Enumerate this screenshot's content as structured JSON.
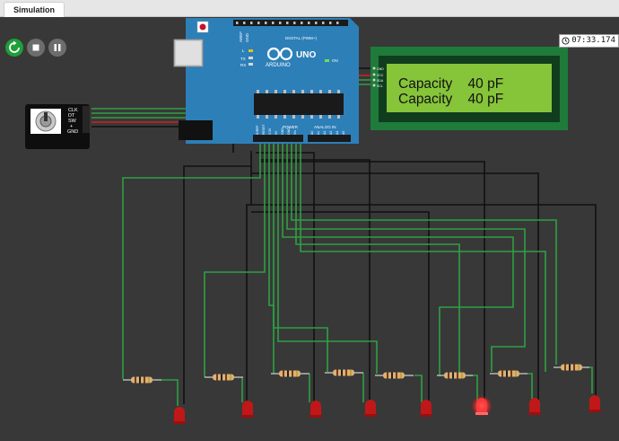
{
  "tabs": [
    {
      "label": "Simulation"
    }
  ],
  "toolbar": {
    "restart_icon": "restart-icon",
    "stop_icon": "stop-icon",
    "pause_icon": "pause-icon"
  },
  "timer": {
    "value": "07:33.174",
    "icon": "clock-icon"
  },
  "arduino": {
    "model": "UNO",
    "brand": "ARDUINO",
    "labels": {
      "aref": "AREF",
      "gnd": "GND",
      "digital": "DIGITAL (PWM~)",
      "l": "L",
      "tx": "TX",
      "rx": "RX",
      "on": "ON",
      "power": "POWER",
      "analog": "ANALOG IN"
    },
    "power_pins": [
      "IOREF",
      "RESET",
      "3.3V",
      "5V",
      "GND",
      "GND",
      "Vin"
    ],
    "analog_pins": [
      "A0",
      "A1",
      "A2",
      "A3",
      "A4",
      "A5"
    ]
  },
  "encoder": {
    "pins": [
      "CLK",
      "DT",
      "SW",
      "+",
      "GND"
    ]
  },
  "lcd": {
    "line1": "Capacity    40 pF",
    "line2": "Capacity    40 pF",
    "pins": [
      "GND",
      "VCC",
      "SDA",
      "SCL"
    ],
    "background_color": "#86c43a",
    "board_color": "#1e7b3a"
  },
  "leds": [
    {
      "state": "off"
    },
    {
      "state": "off"
    },
    {
      "state": "off"
    },
    {
      "state": "off"
    },
    {
      "state": "off"
    },
    {
      "state": "on"
    },
    {
      "state": "off"
    },
    {
      "state": "off"
    }
  ],
  "colors": {
    "background": "#383838",
    "wire_green": "#2ea043",
    "wire_black": "#111111",
    "wire_red": "#d02020",
    "led_off": "#c01818",
    "led_on": "#ff3a3a",
    "arduino_board": "#2d7fb8",
    "accent_run": "#1e9e3a"
  }
}
